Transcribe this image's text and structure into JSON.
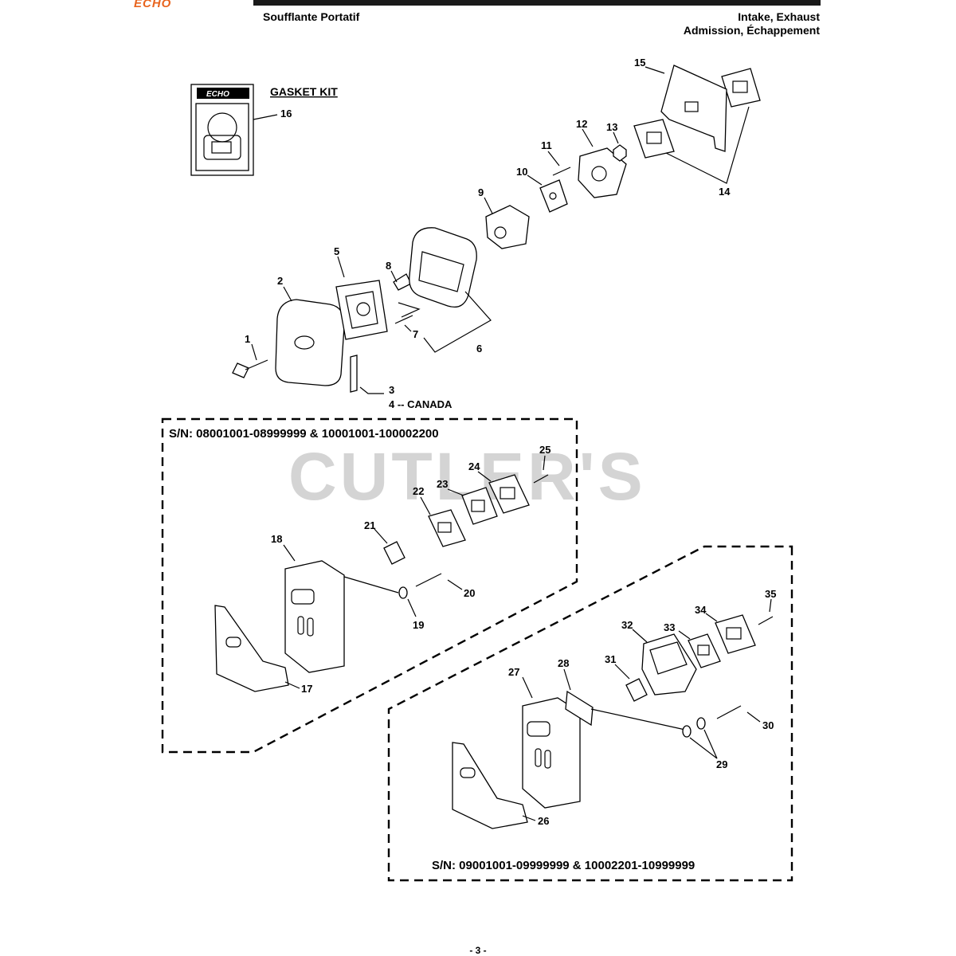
{
  "header": {
    "brand": "ECHO",
    "left_title": "Soufflante Portatif",
    "right_title_en": "Intake, Exhaust",
    "right_title_fr": "Admission, Échappement"
  },
  "gasket_kit": {
    "label": "GASKET KIT",
    "logo": "ECHO",
    "number": "16"
  },
  "watermark": "CUTLER'S",
  "callouts": {
    "c1": "1",
    "c2": "2",
    "c3": "3",
    "c4": "4 -- CANADA",
    "c5": "5",
    "c6": "6",
    "c7": "7",
    "c8": "8",
    "c9": "9",
    "c10": "10",
    "c11": "11",
    "c12": "12",
    "c13": "13",
    "c14": "14",
    "c15": "15",
    "c17": "17",
    "c18": "18",
    "c19": "19",
    "c20": "20",
    "c21": "21",
    "c22": "22",
    "c23": "23",
    "c24": "24",
    "c25": "25",
    "c26": "26",
    "c27": "27",
    "c28": "28",
    "c29": "29",
    "c30": "30",
    "c31": "31",
    "c32": "32",
    "c33": "33",
    "c34": "34",
    "c35": "35"
  },
  "box1": {
    "serial": "S/N: 08001001-08999999 & 10001001-100002200"
  },
  "box2": {
    "serial": "S/N: 09001001-09999999 & 10002201-10999999"
  },
  "footer": {
    "page": "- 3 -"
  },
  "colors": {
    "brand": "#e8641e",
    "watermark": "#d4d4d4",
    "line": "#000000"
  }
}
